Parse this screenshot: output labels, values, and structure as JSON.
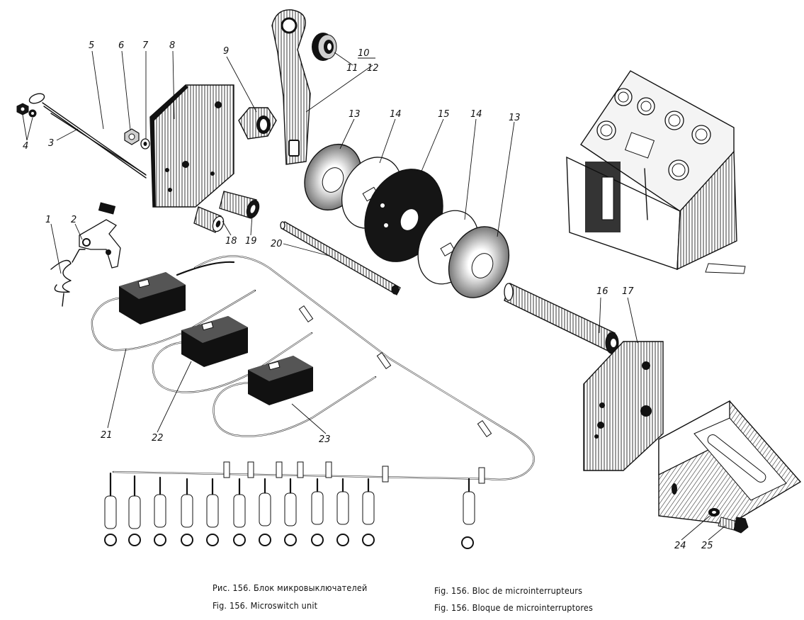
{
  "callouts": [
    {
      "id": "1",
      "label": "1"
    },
    {
      "id": "2",
      "label": "2"
    },
    {
      "id": "3",
      "label": "3"
    },
    {
      "id": "4",
      "label": "4"
    },
    {
      "id": "5",
      "label": "5"
    },
    {
      "id": "6",
      "label": "6"
    },
    {
      "id": "7",
      "label": "7"
    },
    {
      "id": "8",
      "label": "8"
    },
    {
      "id": "9",
      "label": "9"
    },
    {
      "id": "10",
      "label": "10"
    },
    {
      "id": "11",
      "label": "11"
    },
    {
      "id": "12",
      "label": "12"
    },
    {
      "id": "13a",
      "label": "13"
    },
    {
      "id": "13b",
      "label": "13"
    },
    {
      "id": "14a",
      "label": "14"
    },
    {
      "id": "14b",
      "label": "14"
    },
    {
      "id": "15",
      "label": "15"
    },
    {
      "id": "16",
      "label": "16"
    },
    {
      "id": "17",
      "label": "17"
    },
    {
      "id": "18",
      "label": "18"
    },
    {
      "id": "19",
      "label": "19"
    },
    {
      "id": "20",
      "label": "20"
    },
    {
      "id": "21",
      "label": "21"
    },
    {
      "id": "22",
      "label": "22"
    },
    {
      "id": "23",
      "label": "23"
    },
    {
      "id": "24",
      "label": "24"
    },
    {
      "id": "25",
      "label": "25"
    }
  ],
  "captions": {
    "ru": "Рис. 156. Блок микровыключателей",
    "en": "Fig. 156. Microswitch unit",
    "fr": "Fig. 156. Bloc de microinterrupteurs",
    "es": "Fig. 156. Bloque de microinterruptores"
  }
}
